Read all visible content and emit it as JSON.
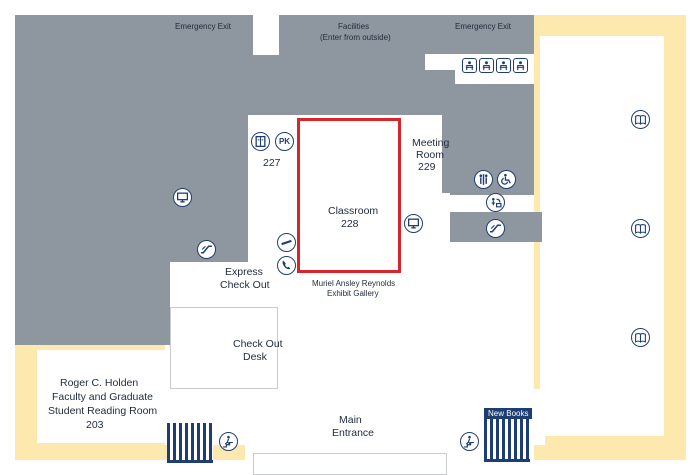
{
  "labels": {
    "emergency_exit_left": "Emergency Exit",
    "facilities": "Facilities",
    "facilities_note": "(Enter from outside)",
    "emergency_exit_right": "Emergency Exit",
    "room_227": "227",
    "pk": "PK",
    "classroom": "Classroom",
    "classroom_number": "228",
    "meeting_room": "Meeting",
    "meeting_room_line2": "Room",
    "meeting_room_number": "229",
    "express_checkout": "Express",
    "express_checkout_line2": "Check Out",
    "exhibit_gallery": "Muriel Ansley Reynolds",
    "exhibit_gallery_line2": "Exhibit Gallery",
    "checkout_desk": "Check Out",
    "checkout_desk_line2": "Desk",
    "reading_room_line1": "Roger C. Holden",
    "reading_room_line2": "Faculty and Graduate",
    "reading_room_line3": "Student Reading Room",
    "reading_room_number": "203",
    "main_entrance": "Main",
    "main_entrance_line2": "Entrance",
    "new_books": "New Books"
  },
  "icons": [
    "computer-icon",
    "escalator-icon",
    "phone-icon",
    "charging-icon",
    "restroom-icon",
    "accessible-icon",
    "water-fountain-icon",
    "book-icon",
    "study-carrel-icon",
    "elevator-icon",
    "stairs-icon"
  ],
  "colors": {
    "wall_gray": "#8e979f",
    "stacks_yellow": "#fde9ad",
    "highlight_red": "#d9242b",
    "icon_navy": "#1e3d73"
  }
}
